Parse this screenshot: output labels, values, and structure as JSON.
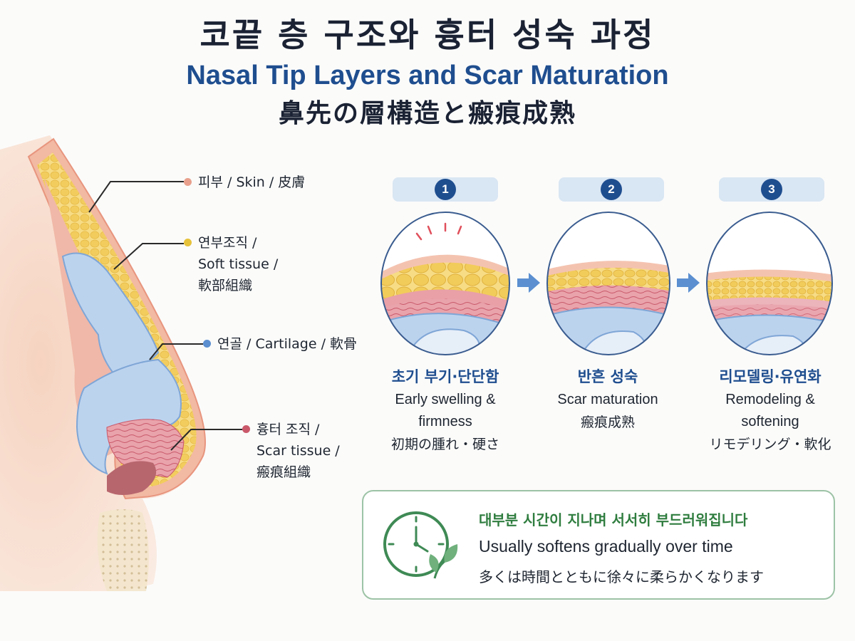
{
  "title": {
    "ko": "코끝 층 구조와 흉터 성숙 과정",
    "en": "Nasal Tip Layers and Scar Maturation",
    "ja": "鼻先の層構造と瘢痕成熟"
  },
  "layers": [
    {
      "lines": [
        "피부 / Skin / 皮膚"
      ],
      "color": "#e8a08c"
    },
    {
      "lines": [
        "연부조직 /",
        "Soft tissue /",
        "軟部組織"
      ],
      "color": "#e6c23a"
    },
    {
      "lines": [
        "연골 / Cartilage / 軟骨"
      ],
      "color": "#5b8fd0"
    },
    {
      "lines": [
        "흉터 조직 /",
        "Scar tissue /",
        "瘢痕組織"
      ],
      "color": "#c9586a"
    }
  ],
  "stages": [
    {
      "number": "1",
      "ko": "초기 부기·단단함",
      "en": [
        "Early swelling &",
        "firmness"
      ],
      "ja": "初期の腫れ・硬さ"
    },
    {
      "number": "2",
      "ko": "반흔 성숙",
      "en": [
        "Scar maturation"
      ],
      "ja": "瘢痕成熟"
    },
    {
      "number": "3",
      "ko": "리모델링·유연화",
      "en": [
        "Remodeling &",
        "softening"
      ],
      "ja": "リモデリング・軟化"
    }
  ],
  "note": {
    "ko": "대부분 시간이 지나며 서서히 부드러워집니다",
    "en": "Usually softens gradually over time",
    "ja": "多くは時間とともに徐々に柔らかくなります",
    "icon": "clock-leaf-icon"
  },
  "colors": {
    "accent": "#1f4e8f",
    "skin": "#f2c9b4",
    "fat": "#f5d77a",
    "cartilage": "#bcd3ee",
    "scar": "#e0909c",
    "note_green": "#2f7d3f"
  }
}
